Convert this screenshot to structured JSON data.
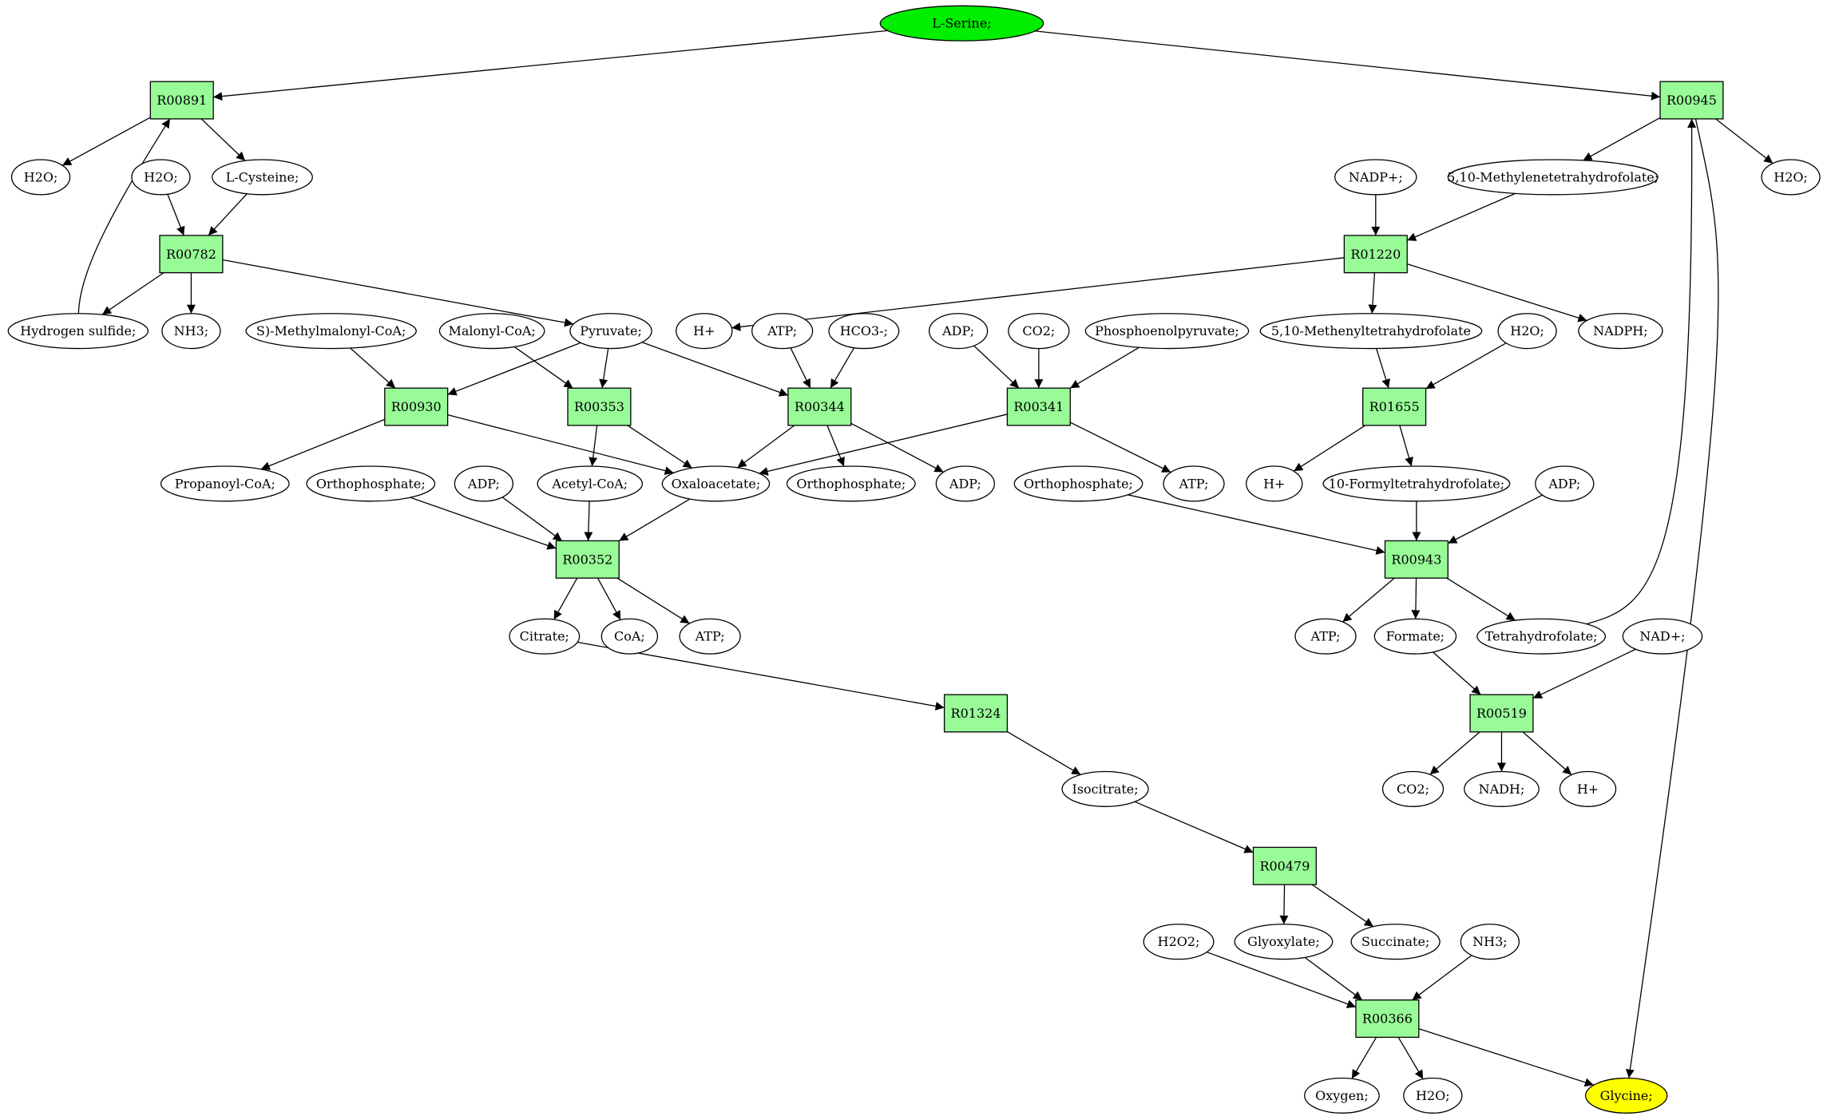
{
  "colors": {
    "reaction": "#98fb98",
    "metabolite": "#ffffff",
    "start": "#00ee00",
    "target": "#ffff00",
    "stroke": "#000000"
  },
  "nodes": [
    {
      "id": "serine",
      "label": "L-Serine;",
      "kind": "start"
    },
    {
      "id": "R00891",
      "label": "R00891",
      "kind": "reaction"
    },
    {
      "id": "R00945",
      "label": "R00945",
      "kind": "reaction"
    },
    {
      "id": "h2o_a",
      "label": "H2O;",
      "kind": "metabolite"
    },
    {
      "id": "h2o_b",
      "label": "H2O;",
      "kind": "metabolite"
    },
    {
      "id": "cysteine",
      "label": "L-Cysteine;",
      "kind": "metabolite"
    },
    {
      "id": "nadpplus",
      "label": "NADP+;",
      "kind": "metabolite"
    },
    {
      "id": "mthf",
      "label": "5,10-Methylenetetrahydrofolate;",
      "kind": "metabolite"
    },
    {
      "id": "h2o_c",
      "label": "H2O;",
      "kind": "metabolite"
    },
    {
      "id": "R00782",
      "label": "R00782",
      "kind": "reaction"
    },
    {
      "id": "R01220",
      "label": "R01220",
      "kind": "reaction"
    },
    {
      "id": "h2s",
      "label": "Hydrogen sulfide;",
      "kind": "metabolite"
    },
    {
      "id": "nh3_a",
      "label": "NH3;",
      "kind": "metabolite"
    },
    {
      "id": "smmcoa",
      "label": "S)-Methylmalonyl-CoA;",
      "kind": "metabolite"
    },
    {
      "id": "malcoa",
      "label": "Malonyl-CoA;",
      "kind": "metabolite"
    },
    {
      "id": "pyruvate",
      "label": "Pyruvate;",
      "kind": "metabolite"
    },
    {
      "id": "hplus_a",
      "label": "H+",
      "kind": "metabolite"
    },
    {
      "id": "atp_a",
      "label": "ATP;",
      "kind": "metabolite"
    },
    {
      "id": "hco3",
      "label": "HCO3-;",
      "kind": "metabolite"
    },
    {
      "id": "adp_a",
      "label": "ADP;",
      "kind": "metabolite"
    },
    {
      "id": "co2_a",
      "label": "CO2;",
      "kind": "metabolite"
    },
    {
      "id": "pep",
      "label": "Phosphoenolpyruvate;",
      "kind": "metabolite"
    },
    {
      "id": "methenyl",
      "label": "5,10-Methenyltetrahydrofolate",
      "kind": "metabolite"
    },
    {
      "id": "h2o_d",
      "label": "H2O;",
      "kind": "metabolite"
    },
    {
      "id": "nadph",
      "label": "NADPH;",
      "kind": "metabolite"
    },
    {
      "id": "R00930",
      "label": "R00930",
      "kind": "reaction"
    },
    {
      "id": "R00353",
      "label": "R00353",
      "kind": "reaction"
    },
    {
      "id": "R00344",
      "label": "R00344",
      "kind": "reaction"
    },
    {
      "id": "R00341",
      "label": "R00341",
      "kind": "reaction"
    },
    {
      "id": "R01655",
      "label": "R01655",
      "kind": "reaction"
    },
    {
      "id": "propcoa",
      "label": "Propanoyl-CoA;",
      "kind": "metabolite"
    },
    {
      "id": "pi_a",
      "label": "Orthophosphate;",
      "kind": "metabolite"
    },
    {
      "id": "adp_b",
      "label": "ADP;",
      "kind": "metabolite"
    },
    {
      "id": "acetylcoa",
      "label": "Acetyl-CoA;",
      "kind": "metabolite"
    },
    {
      "id": "oaa",
      "label": "Oxaloacetate;",
      "kind": "metabolite"
    },
    {
      "id": "pi_b",
      "label": "Orthophosphate;",
      "kind": "metabolite"
    },
    {
      "id": "adp_c",
      "label": "ADP;",
      "kind": "metabolite"
    },
    {
      "id": "pi_c",
      "label": "Orthophosphate;",
      "kind": "metabolite"
    },
    {
      "id": "atp_b",
      "label": "ATP;",
      "kind": "metabolite"
    },
    {
      "id": "hplus_b",
      "label": "H+",
      "kind": "metabolite"
    },
    {
      "id": "formylthf",
      "label": "10-Formyltetrahydrofolate;",
      "kind": "metabolite"
    },
    {
      "id": "adp_d",
      "label": "ADP;",
      "kind": "metabolite"
    },
    {
      "id": "R00352",
      "label": "R00352",
      "kind": "reaction"
    },
    {
      "id": "R00943",
      "label": "R00943",
      "kind": "reaction"
    },
    {
      "id": "citrate",
      "label": "Citrate;",
      "kind": "metabolite"
    },
    {
      "id": "coa",
      "label": "CoA;",
      "kind": "metabolite"
    },
    {
      "id": "atp_c",
      "label": "ATP;",
      "kind": "metabolite"
    },
    {
      "id": "atp_d",
      "label": "ATP;",
      "kind": "metabolite"
    },
    {
      "id": "formate",
      "label": "Formate;",
      "kind": "metabolite"
    },
    {
      "id": "thf",
      "label": "Tetrahydrofolate;",
      "kind": "metabolite"
    },
    {
      "id": "nadplus",
      "label": "NAD+;",
      "kind": "metabolite"
    },
    {
      "id": "R01324",
      "label": "R01324",
      "kind": "reaction"
    },
    {
      "id": "R00519",
      "label": "R00519",
      "kind": "reaction"
    },
    {
      "id": "co2_b",
      "label": "CO2;",
      "kind": "metabolite"
    },
    {
      "id": "nadh",
      "label": "NADH;",
      "kind": "metabolite"
    },
    {
      "id": "hplus_c",
      "label": "H+",
      "kind": "metabolite"
    },
    {
      "id": "isocitrate",
      "label": "Isocitrate;",
      "kind": "metabolite"
    },
    {
      "id": "R00479",
      "label": "R00479",
      "kind": "reaction"
    },
    {
      "id": "h2o2",
      "label": "H2O2;",
      "kind": "metabolite"
    },
    {
      "id": "glyoxylate",
      "label": "Glyoxylate;",
      "kind": "metabolite"
    },
    {
      "id": "succinate",
      "label": "Succinate;",
      "kind": "metabolite"
    },
    {
      "id": "nh3_b",
      "label": "NH3;",
      "kind": "metabolite"
    },
    {
      "id": "R00366",
      "label": "R00366",
      "kind": "reaction"
    },
    {
      "id": "oxygen",
      "label": "Oxygen;",
      "kind": "metabolite"
    },
    {
      "id": "h2o_e",
      "label": "H2O;",
      "kind": "metabolite"
    },
    {
      "id": "glycine",
      "label": "Glycine;",
      "kind": "target"
    }
  ],
  "edges": [
    [
      "serine",
      "R00891"
    ],
    [
      "serine",
      "R00945"
    ],
    [
      "R00891",
      "h2o_a"
    ],
    [
      "R00891",
      "cysteine"
    ],
    [
      "h2o_b",
      "R00782"
    ],
    [
      "cysteine",
      "R00782"
    ],
    [
      "h2s",
      "R00891"
    ],
    [
      "R00782",
      "h2s"
    ],
    [
      "R00782",
      "nh3_a"
    ],
    [
      "R00782",
      "pyruvate"
    ],
    [
      "R00945",
      "mthf"
    ],
    [
      "R00945",
      "h2o_c"
    ],
    [
      "R00945",
      "glycine"
    ],
    [
      "nadpplus",
      "R01220"
    ],
    [
      "mthf",
      "R01220"
    ],
    [
      "R01220",
      "hplus_a"
    ],
    [
      "R01220",
      "methenyl"
    ],
    [
      "R01220",
      "nadph"
    ],
    [
      "smmcoa",
      "R00930"
    ],
    [
      "pyruvate",
      "R00930"
    ],
    [
      "R00930",
      "propcoa"
    ],
    [
      "R00930",
      "oaa"
    ],
    [
      "malcoa",
      "R00353"
    ],
    [
      "pyruvate",
      "R00353"
    ],
    [
      "R00353",
      "acetylcoa"
    ],
    [
      "R00353",
      "oaa"
    ],
    [
      "pyruvate",
      "R00344"
    ],
    [
      "atp_a",
      "R00344"
    ],
    [
      "hco3",
      "R00344"
    ],
    [
      "R00344",
      "oaa"
    ],
    [
      "R00344",
      "pi_b"
    ],
    [
      "R00344",
      "adp_c"
    ],
    [
      "adp_a",
      "R00341"
    ],
    [
      "co2_a",
      "R00341"
    ],
    [
      "pep",
      "R00341"
    ],
    [
      "R00341",
      "oaa"
    ],
    [
      "R00341",
      "atp_b"
    ],
    [
      "methenyl",
      "R01655"
    ],
    [
      "h2o_d",
      "R01655"
    ],
    [
      "R01655",
      "hplus_b"
    ],
    [
      "R01655",
      "formylthf"
    ],
    [
      "pi_a",
      "R00352"
    ],
    [
      "adp_b",
      "R00352"
    ],
    [
      "acetylcoa",
      "R00352"
    ],
    [
      "oaa",
      "R00352"
    ],
    [
      "R00352",
      "citrate"
    ],
    [
      "R00352",
      "coa"
    ],
    [
      "R00352",
      "atp_c"
    ],
    [
      "pi_c",
      "R00943"
    ],
    [
      "formylthf",
      "R00943"
    ],
    [
      "adp_d",
      "R00943"
    ],
    [
      "R00943",
      "atp_d"
    ],
    [
      "R00943",
      "formate"
    ],
    [
      "R00943",
      "thf"
    ],
    [
      "thf",
      "R00945"
    ],
    [
      "formate",
      "R00519"
    ],
    [
      "nadplus",
      "R00519"
    ],
    [
      "R00519",
      "co2_b"
    ],
    [
      "R00519",
      "nadh"
    ],
    [
      "R00519",
      "hplus_c"
    ],
    [
      "citrate",
      "R01324"
    ],
    [
      "R01324",
      "isocitrate"
    ],
    [
      "isocitrate",
      "R00479"
    ],
    [
      "R00479",
      "glyoxylate"
    ],
    [
      "R00479",
      "succinate"
    ],
    [
      "h2o2",
      "R00366"
    ],
    [
      "glyoxylate",
      "R00366"
    ],
    [
      "nh3_b",
      "R00366"
    ],
    [
      "R00366",
      "oxygen"
    ],
    [
      "R00366",
      "h2o_e"
    ],
    [
      "R00366",
      "glycine"
    ]
  ]
}
